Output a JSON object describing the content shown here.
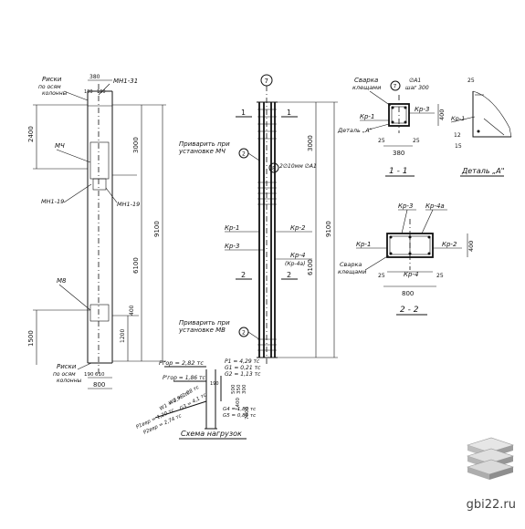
{
  "left_column": {
    "top_width": "380",
    "top_a": "180",
    "top_b": "180",
    "mark_mn1_31": "МН1-31",
    "risks_top": [
      "Риски",
      "по осям",
      "колонны"
    ],
    "dim_2400": "2400",
    "dim_3000": "3000",
    "dim_9100": "9100",
    "dim_6100": "6100",
    "dim_1500": "1500",
    "dim_1200": "1200",
    "dim_400": "400",
    "mark_mch": "МЧ",
    "mark_mn1_19_left": "МН1-19",
    "mark_mn1_19_right": "МН1-19",
    "mark_m8": "М8",
    "risks_bottom": [
      "Риски",
      "по осям",
      "колонны"
    ],
    "bottom_a": "190",
    "bottom_b": "610",
    "bottom_total": "800"
  },
  "middle_column": {
    "axis_label": "7",
    "section_1": "1",
    "section_2": "2",
    "note_mch": [
      "Приварить при",
      "установке МЧ"
    ],
    "note_mv": [
      "Приварить при",
      "установке МВ"
    ],
    "circle_2a": "2",
    "circle_2b": "2",
    "circle_8": "8",
    "rebar_note": "2∅10мм ∅А1",
    "kr1": "Кр-1",
    "kr2": "Кр-2",
    "kr3": "Кр-3",
    "kr4": "Кр-4",
    "kr4b": "(Кр-4а)",
    "dim_3000": "3000",
    "dim_9100": "9100",
    "dim_6100": "6100"
  },
  "load_scheme": {
    "title": "Схема нагрузок",
    "p_hor": "Pгор = 2,82 тс",
    "p_hor2": "P'гор = 1,86 тс",
    "p1": "P1 = 4,29 тс",
    "g1": "G1 = 0,21 тс",
    "g2": "G2 = 1,13 тс",
    "p_vert": "P1вер = 1,20 тс",
    "p_vert2": "P2вер = 2,74 тс",
    "w1": "W1 = 0,98 тс",
    "w2": "W2 = 1,08 тс",
    "g3": "G3 = 4,1 тс",
    "g4": "G4 = 1,80 тс",
    "g5": "G5 = 0,81 тс",
    "dims": [
      "500",
      "350",
      "300",
      "1400",
      "7800",
      "190"
    ]
  },
  "section_1_1": {
    "title": "1 - 1",
    "weld": [
      "Сварка",
      "клещами"
    ],
    "rebar": "∅А1",
    "step": "шаг 300",
    "circle": "7",
    "detail": "Деталь „А\"",
    "kr1": "Кр-1",
    "kr3": "Кр-3",
    "dim_25a": "25",
    "dim_25b": "25",
    "dim_380": "380",
    "dim_400": "400"
  },
  "detail_a": {
    "title": "Деталь „А\"",
    "kr1": "Кр-1",
    "dim_25": "25",
    "dim_12": "12",
    "dim_15": "15"
  },
  "section_2_2": {
    "title": "2 - 2",
    "weld": [
      "Сварка",
      "клещами"
    ],
    "kr3": "Кр-3",
    "kr4": "Кр-4а",
    "kr1": "Кр-1",
    "kr2": "Кр-2",
    "kr4_bottom": "Кр-4",
    "dim_400": "400",
    "dim_25a": "25",
    "dim_25b": "25",
    "dim_800": "800"
  },
  "watermark": "gbi22.ru"
}
